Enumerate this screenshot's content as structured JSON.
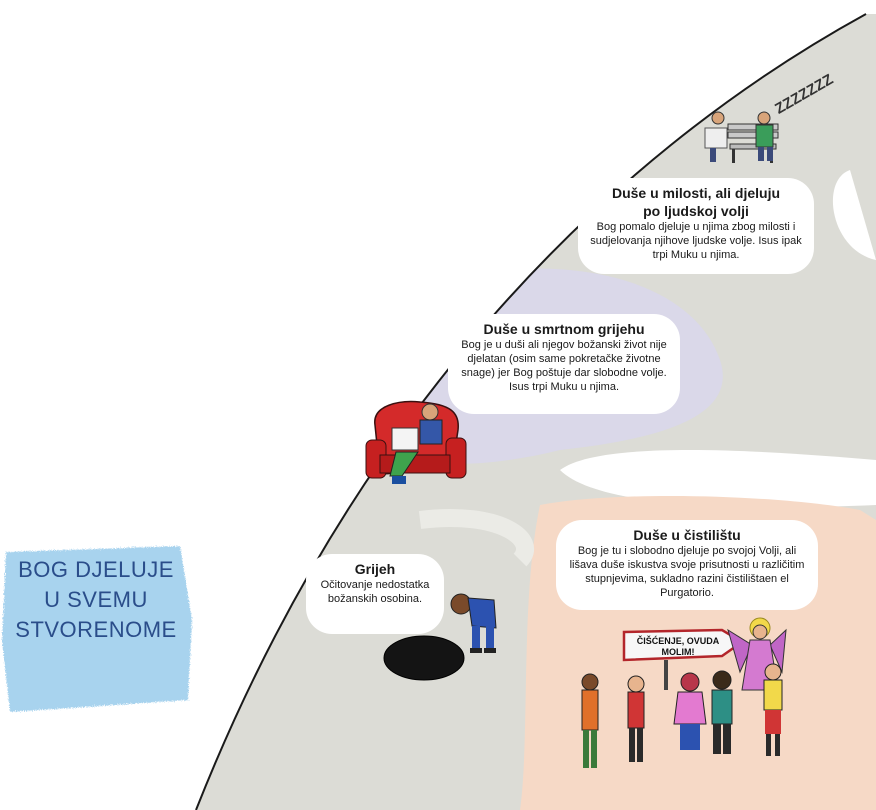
{
  "title": {
    "line1": "BOG DJELUJE",
    "line2": "U SVEMU",
    "line3": "STVORENOME"
  },
  "sleep_text": "ZZZZZZZ",
  "sections": {
    "grace": {
      "title_line1": "Duše u milosti, ali djeluju",
      "title_line2": "po ljudskoj volji",
      "body": "Bog pomalo djeluje u njima zbog milosti i sudjelovanja njihove ljudske volje. Isus ipak trpi Muku u njima."
    },
    "mortal_sin": {
      "title": "Duše u smrtnom grijehu",
      "body": "Bog je u duši ali njegov božanski život nije djelatan (osim same pokretačke životne snage) jer Bog poštuje dar slobodne volje. Isus trpi Muku u njima."
    },
    "purgatory": {
      "title": "Duše u čistilištu",
      "body": "Bog je tu i slobodno djeluje po svojoj Volji, ali lišava duše iskustva svoje prisutnosti u različitim stupnjevima, sukladno razini čistilištaen el Purgatorio."
    },
    "sin": {
      "title": "Grijeh",
      "body": "Očitovanje nedostatka božanskih osobina."
    }
  },
  "sign": {
    "line1": "ČIŠĆENJE, OVUDA",
    "line2": "MOLIM!"
  },
  "colors": {
    "gray_region": "#dcdcd6",
    "lavender_region": "#d9d7ea",
    "peach_region": "#f6d9c6",
    "blue_title_bg": "#a8d3ee",
    "title_text": "#2a4d8a",
    "curve": "#1a1a1a"
  }
}
